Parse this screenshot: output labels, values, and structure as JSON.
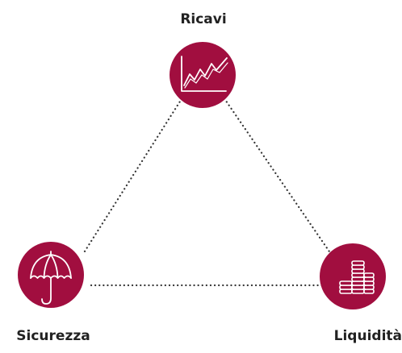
{
  "diagram": {
    "nodes": [
      {
        "id": "ricavi",
        "label": "Ricavi",
        "icon": "revenue-chart-icon"
      },
      {
        "id": "sicurezza",
        "label": "Sicurezza",
        "icon": "umbrella-icon"
      },
      {
        "id": "liquidita",
        "label": "Liquidità",
        "icon": "coin-stacks-icon"
      }
    ],
    "edges": [
      {
        "from": "ricavi",
        "to": "sicurezza",
        "style": "dotted"
      },
      {
        "from": "ricavi",
        "to": "liquidita",
        "style": "dotted"
      },
      {
        "from": "sicurezza",
        "to": "liquidita",
        "style": "dotted"
      }
    ],
    "colors": {
      "circle": "#a10e3f",
      "icon": "#ffffff",
      "edge": "#333333",
      "label": "#222222"
    }
  }
}
